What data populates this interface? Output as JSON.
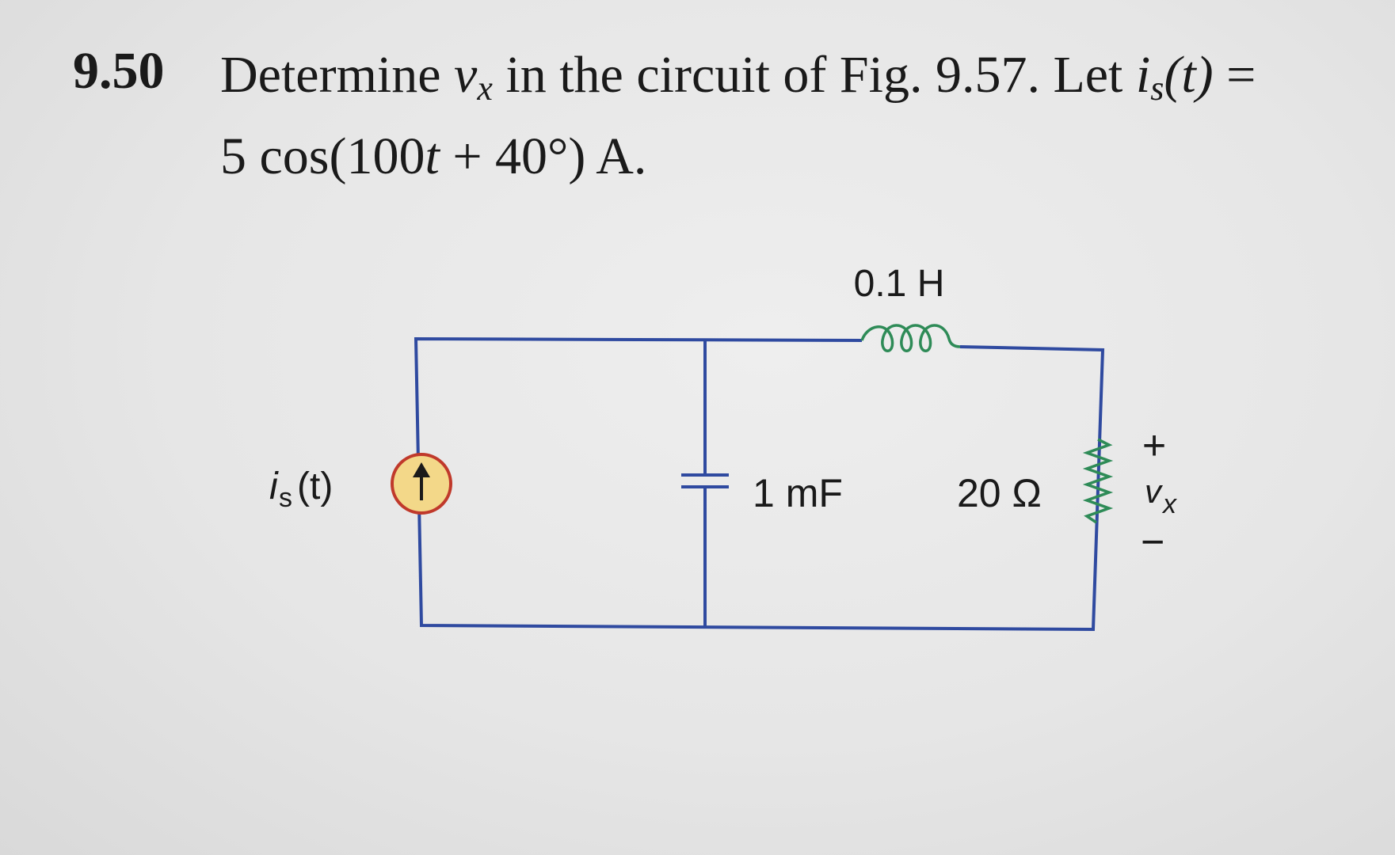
{
  "problem": {
    "number": "9.50",
    "line1_pre": "Determine ",
    "var_v": "v",
    "var_x": "x",
    "line1_mid": " in the circuit of Fig. 9.57. Let ",
    "var_i": "i",
    "var_s": "s",
    "line1_t": "(t)",
    "line1_end": " =",
    "line2_pre": "5 cos(100",
    "line2_t": "t",
    "line2_end": " + 40°) A."
  },
  "circuit": {
    "source": {
      "label_i": "i",
      "label_sub": "s",
      "label_arg": "(t)"
    },
    "inductor": {
      "label": "0.1 H"
    },
    "capacitor": {
      "label": "1 mF"
    },
    "resistor": {
      "label": "20 Ω"
    },
    "vx": {
      "plus": "+",
      "v": "v",
      "sub": "x",
      "minus": "−"
    },
    "colors": {
      "wire": "#2f4aa0",
      "inductor": "#2e8b57",
      "source_fill": "#f3d889",
      "source_ring": "#c0392b"
    }
  }
}
